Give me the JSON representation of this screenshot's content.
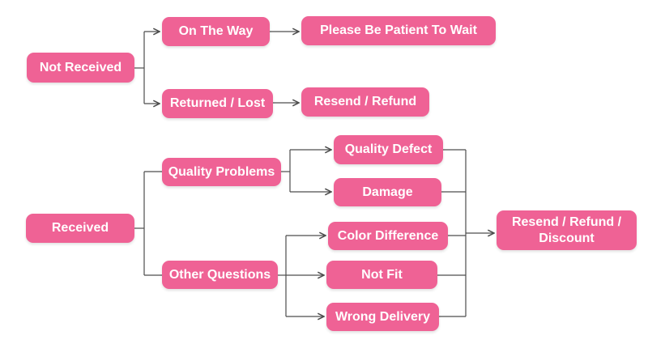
{
  "diagram": {
    "background": "#FFFFFF",
    "colors": {
      "node_fill": "#EF6295",
      "node_text": "#FFFFFF",
      "connector": "#4D4D4D"
    },
    "nodes": {
      "not_received": {
        "label": "Not Received"
      },
      "on_the_way": {
        "label": "On The Way"
      },
      "please_be_patient": {
        "label": "Please Be Patient To Wait"
      },
      "returned_lost": {
        "label": "Returned / Lost"
      },
      "resend_refund": {
        "label": "Resend / Refund"
      },
      "received": {
        "label": "Received"
      },
      "quality_problems": {
        "label": "Quality Problems"
      },
      "other_questions": {
        "label": "Other Questions"
      },
      "quality_defect": {
        "label": "Quality Defect"
      },
      "damage": {
        "label": "Damage"
      },
      "color_difference": {
        "label": "Color Difference"
      },
      "not_fit": {
        "label": "Not Fit"
      },
      "wrong_delivery": {
        "label": "Wrong Delivery"
      },
      "resend_refund_discount": {
        "label": "Resend / Refund / Discount"
      }
    },
    "edges": [
      {
        "from": "not_received",
        "to": "on_the_way",
        "arrow": true
      },
      {
        "from": "not_received",
        "to": "returned_lost",
        "arrow": true
      },
      {
        "from": "on_the_way",
        "to": "please_be_patient",
        "arrow": true
      },
      {
        "from": "returned_lost",
        "to": "resend_refund",
        "arrow": true
      },
      {
        "from": "received",
        "to": "quality_problems",
        "arrow": false
      },
      {
        "from": "received",
        "to": "other_questions",
        "arrow": false
      },
      {
        "from": "quality_problems",
        "to": "quality_defect",
        "arrow": true
      },
      {
        "from": "quality_problems",
        "to": "damage",
        "arrow": true
      },
      {
        "from": "other_questions",
        "to": "color_difference",
        "arrow": true
      },
      {
        "from": "other_questions",
        "to": "not_fit",
        "arrow": true
      },
      {
        "from": "other_questions",
        "to": "wrong_delivery",
        "arrow": true
      },
      {
        "from": "quality_defect",
        "to": "resend_refund_discount",
        "arrow": true
      },
      {
        "from": "damage",
        "to": "resend_refund_discount",
        "arrow": true
      },
      {
        "from": "color_difference",
        "to": "resend_refund_discount",
        "arrow": true
      },
      {
        "from": "not_fit",
        "to": "resend_refund_discount",
        "arrow": true
      },
      {
        "from": "wrong_delivery",
        "to": "resend_refund_discount",
        "arrow": true
      }
    ]
  }
}
